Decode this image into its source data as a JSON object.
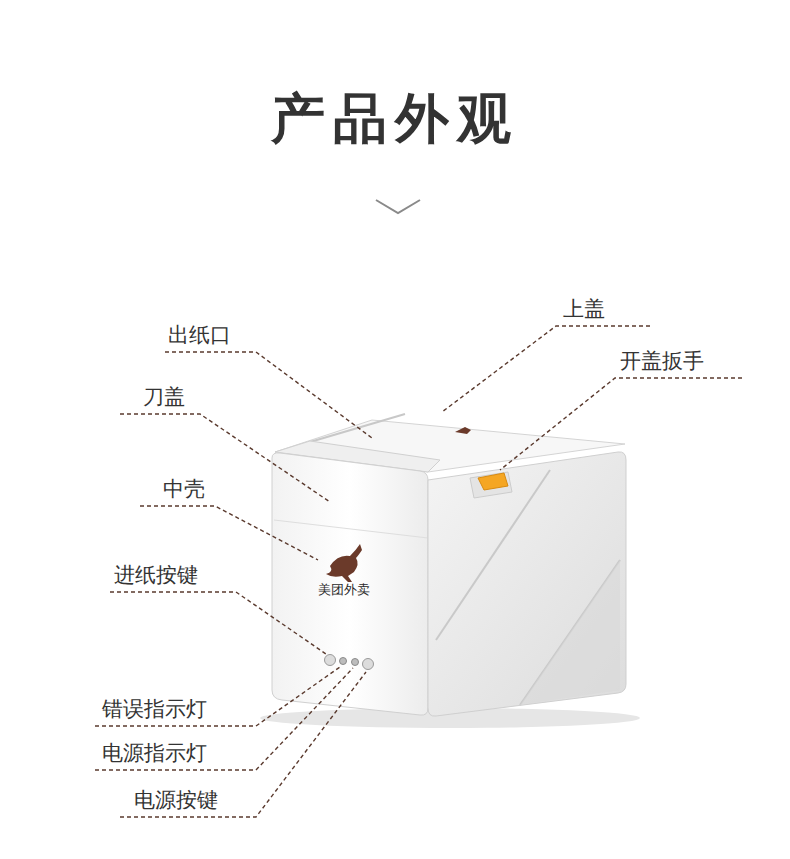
{
  "diagram": {
    "title": "产品外观",
    "labels": [
      "出纸口",
      "上盖",
      "开盖扳手",
      "刀盖",
      "中壳",
      "进纸按键",
      "错误指示灯",
      "电源指示灯",
      "电源按键",
      "美团外卖"
    ]
  }
}
